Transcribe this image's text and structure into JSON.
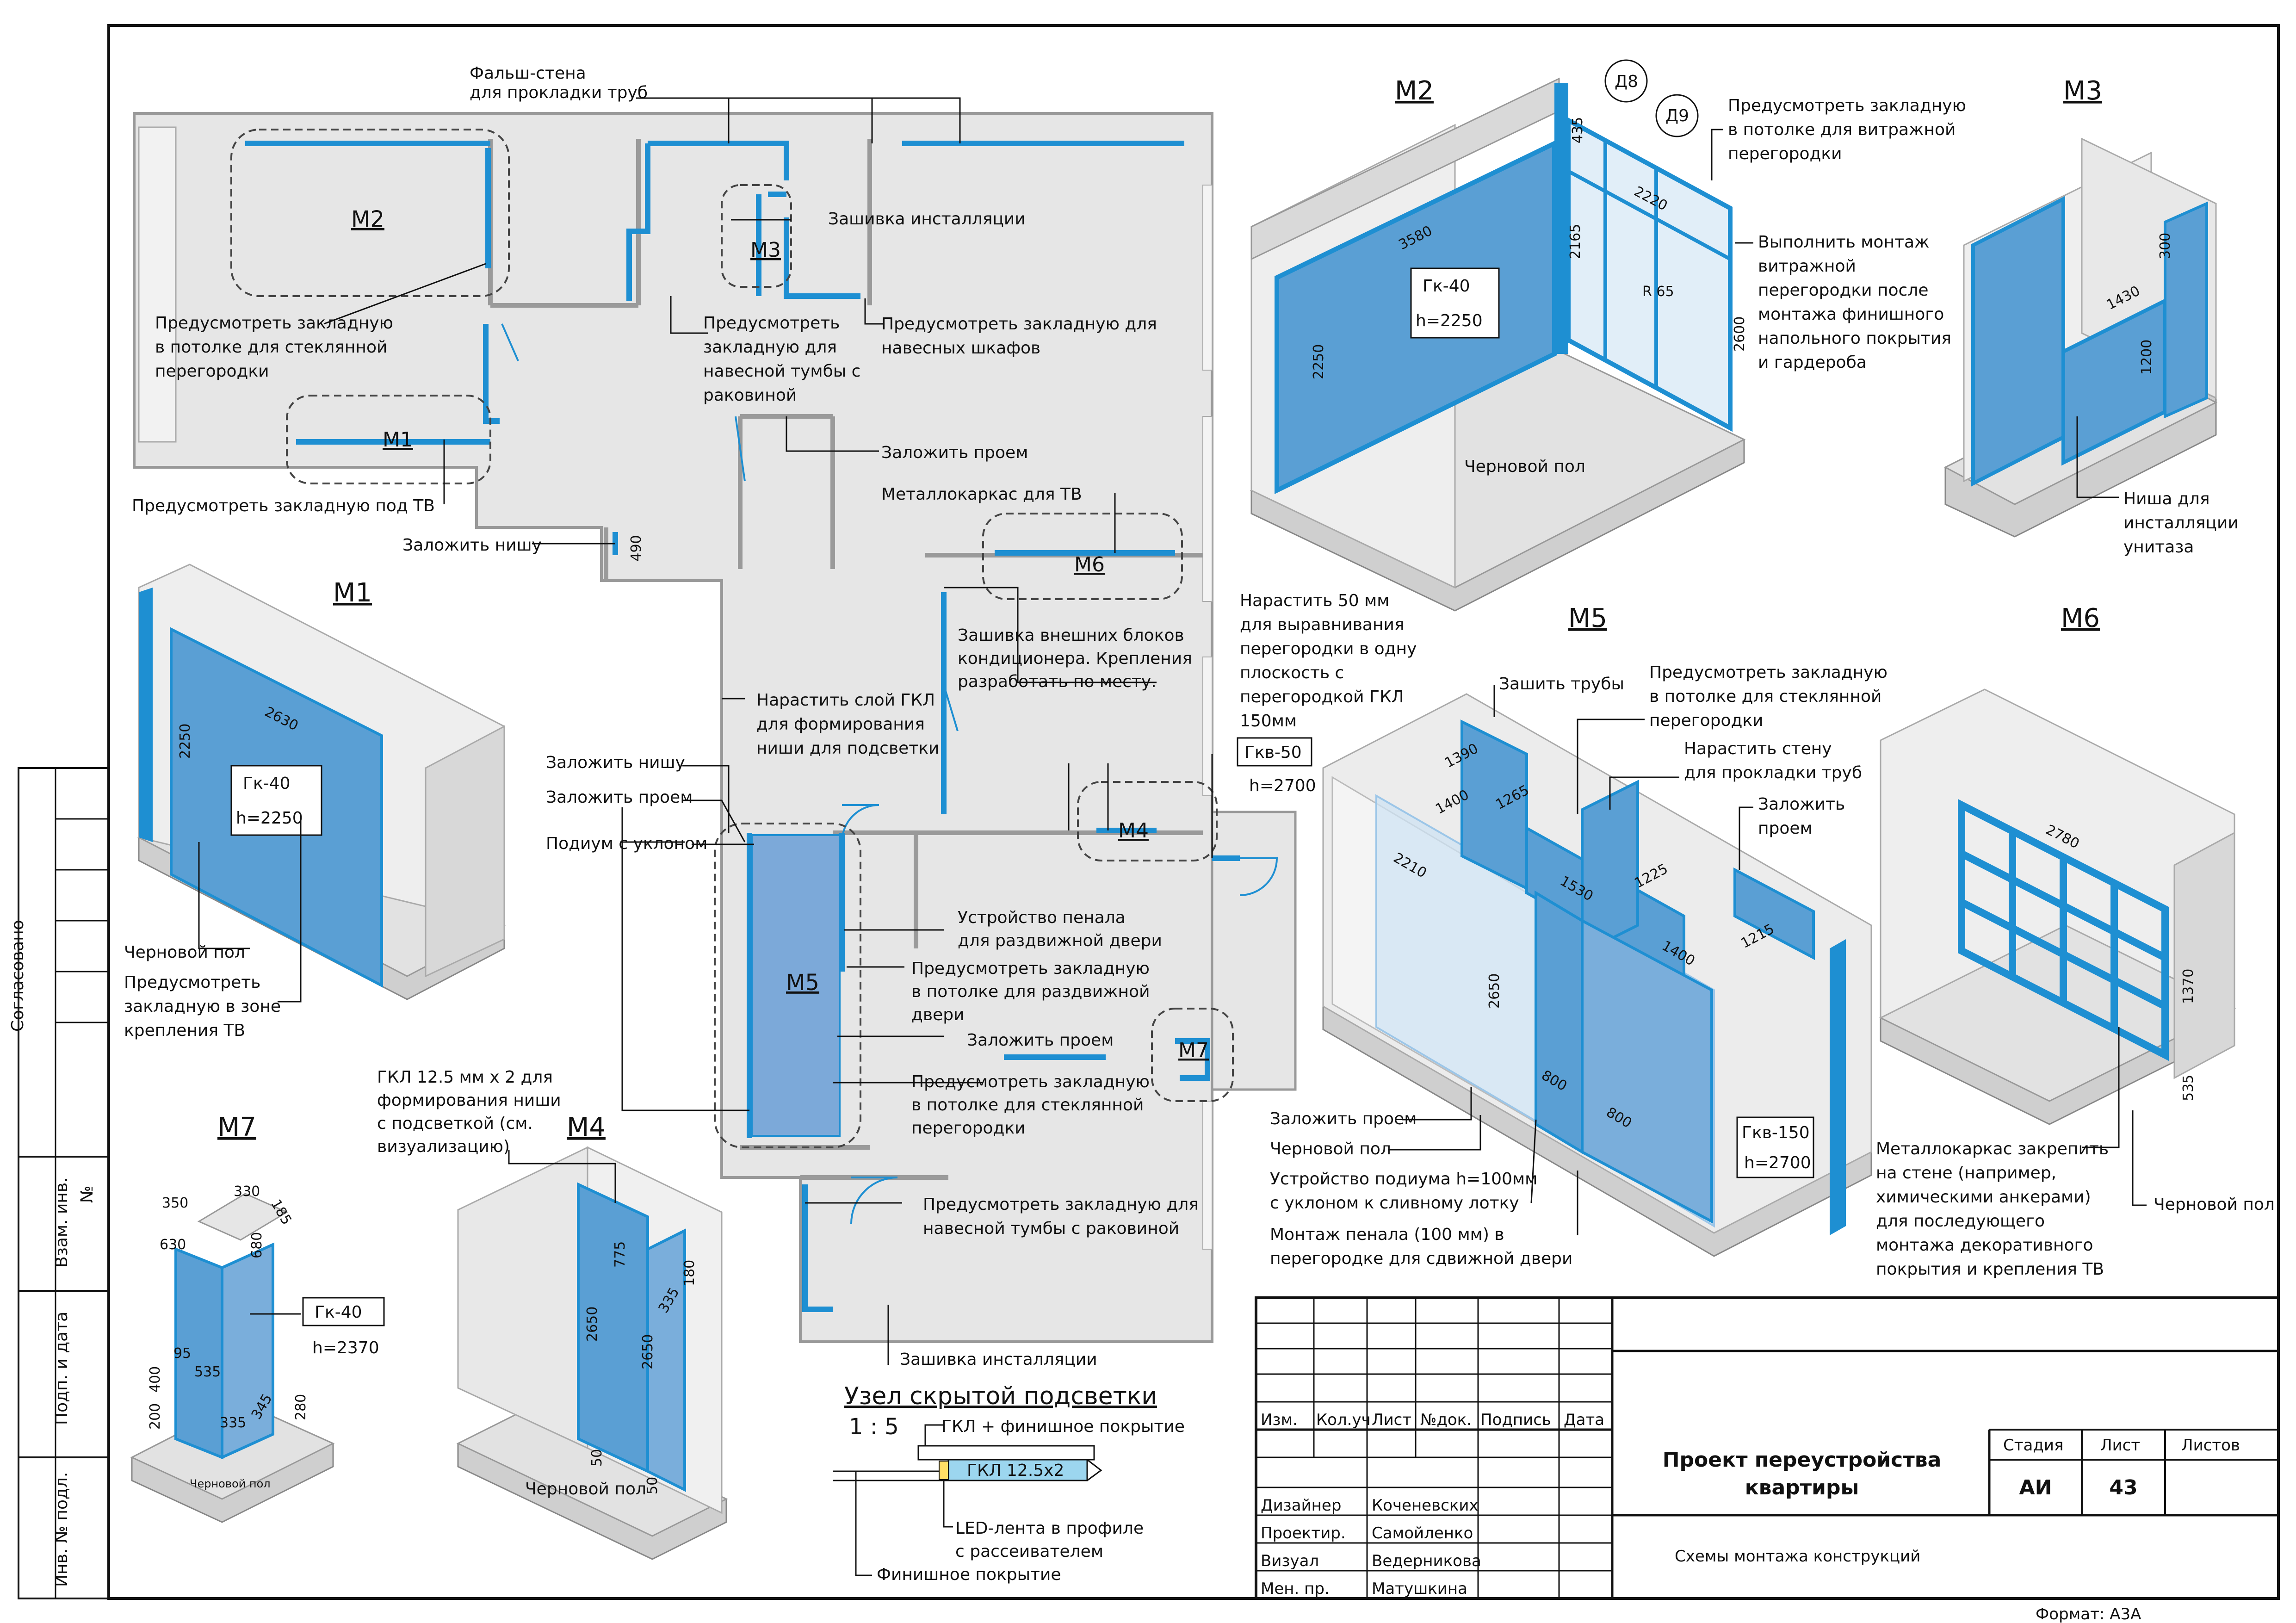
{
  "views": {
    "m2": "M2",
    "m3": "M3",
    "m1": "M1",
    "m5": "M5",
    "m6": "M6",
    "m7": "M7",
    "m4": "M4"
  },
  "plan": {
    "m2": "M2",
    "m3": "M3",
    "m1": "M1",
    "m6": "M6",
    "m4": "M4",
    "m5": "M5",
    "m7": "M7",
    "dim490": "490"
  },
  "notes": {
    "falsh1": "Фальш-стена",
    "falsh2": "для прокладки труб",
    "zash_inst": "Зашивка инсталляции",
    "zakl_steklo1": "Предусмотреть закладную",
    "zakl_steklo2": "в потолке для стеклянной",
    "zakl_steklo3": "перегородки",
    "zakl_tumba1": "Предусмотреть",
    "zakl_tumba2": "закладную для",
    "zakl_tumba3": "навесной тумбы с",
    "zakl_tumba4": "раковиной",
    "zakl_shkaf1": "Предусмотреть закладную для",
    "zakl_shkaf2": "навесных шкафов",
    "zakl_tv": "Предусмотреть закладную под ТВ",
    "zalozh_proem": "Заложить проем",
    "metallokarkas_tv": "Металлокаркас для ТВ",
    "zalozh_nishu": "Заложить нишу",
    "zash_kond1": "Зашивка внешних блоков",
    "zash_kond2": "кондиционера. Крепления",
    "zash_kond3": "разработать по месту.",
    "narastit_gkl1": "Нарастить слой ГКЛ",
    "narastit_gkl2": "для формирования",
    "narastit_gkl3": "ниши для подсветки",
    "zalozh_nishu2": "Заложить нишу",
    "zalozh_proem2": "Заложить проем",
    "podium": "Подиум с уклоном",
    "penal1": "Устройство пенала",
    "penal2": "для раздвижной двери",
    "zakl_razd1": "Предусмотреть закладную",
    "zakl_razd2": "в потолке для раздвижной",
    "zakl_razd3": "двери",
    "zalozh_proem3": "Заложить проем",
    "zakl_steklo_b1": "Предусмотреть закладную",
    "zakl_steklo_b2": "в потолке для стеклянной",
    "zakl_steklo_b3": "перегородки",
    "zakl_tumba_b1": "Предусмотреть закладную для",
    "zakl_tumba_b2": "навесной тумбы с раковиной",
    "zash_inst2": "Зашивка инсталляции",
    "gkl_nisha1": "ГКЛ 12.5 мм х 2 для",
    "gkl_nisha2": "формирования ниши",
    "gkl_nisha3": "с подсветкой (см.",
    "gkl_nisha4": "визуализацию)",
    "narastit50_1": "Нарастить 50 мм",
    "narastit50_2": "для выравнивания",
    "narastit50_3": "перегородки в одну",
    "narastit50_4": "плоскость с",
    "narastit50_5": "перегородкой ГКЛ",
    "narastit50_6": "150мм",
    "gkv50": "Гкв-50",
    "h2700": "h=2700",
    "m2_zakl1": "Предусмотреть закладную",
    "m2_zakl2": "в потолке для витражной",
    "m2_zakl3": "перегородки",
    "m2_vitr1": "Выполнить монтаж",
    "m2_vitr2": "витражной",
    "m2_vitr3": "перегородки после",
    "m2_vitr4": "монтажа финишного",
    "m2_vitr5": "напольного покрытия",
    "m2_vitr6": "и гардероба",
    "chern_pol": "Черновой пол",
    "m3_nisha1": "Ниша для",
    "m3_nisha2": "инсталляции",
    "m3_nisha3": "унитаза",
    "m5_zashit": "Зашить трубы",
    "m5_zakl1": "Предусмотреть закладную",
    "m5_zakl2": "в потолке для стеклянной",
    "m5_zakl3": "перегородки",
    "m5_narast1": "Нарастить стену",
    "m5_narast2": "для прокладки труб",
    "m5_zalozh1": "Заложить",
    "m5_zalozh2": "проем",
    "m5_zalozh_proem": "Заложить проем",
    "m5_chern": "Черновой пол",
    "m5_podium1": "Устройство подиума h=100мм",
    "m5_podium2": "с уклоном к сливному лотку",
    "m5_penal1": "Монтаж пенала (100 мм) в",
    "m5_penal2": "перегородке  для сдвижной двери",
    "m1_chern": "Черновой пол",
    "m1_zakl1": "Предусмотреть",
    "m1_zakl2": "закладную в зоне",
    "m1_zakl3": "крепления ТВ",
    "m6_metal1": "Металлокаркас закрепить",
    "m6_metal2": "на стене (например,",
    "m6_metal3": "химическими анкерами)",
    "m6_metal4": "для последующего",
    "m6_metal5": "монтажа декоративного",
    "m6_metal6": "покрытия и крепления ТВ",
    "m6_chern": "Черновой пол",
    "m4_chern": "Черновой пол",
    "m7_chern": "Черновой пол"
  },
  "boxes": {
    "gk40": "Гк-40",
    "h2250": "h=2250",
    "gkv150": "Гкв-150",
    "h2700b": "h=2700",
    "gk40b": "Гк-40",
    "h2250b": "h=2250",
    "gk40c": "Гк-40",
    "h2370": "h=2370",
    "d8": "Д8",
    "d9": "Д9",
    "r65": "R 65"
  },
  "dims": {
    "m2": [
      "435",
      "3580",
      "2220",
      "2165",
      "2600",
      "2250"
    ],
    "m3": [
      "300",
      "1430",
      "1200"
    ],
    "m1": [
      "2630",
      "2250"
    ],
    "m5": [
      "1390",
      "1400",
      "1265",
      "2210",
      "1530",
      "1225",
      "1400",
      "1215",
      "2650",
      "800",
      "800"
    ],
    "m6": [
      "2780",
      "1370",
      "535"
    ],
    "m7": [
      "350",
      "330",
      "185",
      "630",
      "680",
      "95",
      "535",
      "200",
      "400",
      "335",
      "345",
      "280"
    ],
    "m4": [
      "775",
      "335",
      "180",
      "2650",
      "2650",
      "50",
      "50"
    ]
  },
  "node": {
    "title": "Узел скрытой подсветки",
    "scale": "1 : 5",
    "gkl_fin": "ГКЛ + финишное покрытие",
    "gkl": "ГКЛ 12.5х2",
    "led1": "LED-лента в профиле",
    "led2": "с рассеивателем",
    "fin": "Финишное покрытие"
  },
  "side": {
    "soglas": "Согласовано",
    "vzam": "Взам. инв.",
    "no": "№",
    "podp": "Подп. и дата",
    "inv": "Инв. № подл."
  },
  "titleblock": {
    "h_izm": "Изм.",
    "h_kol": "Кол.уч",
    "h_list": "Лист",
    "h_nodok": "№док.",
    "h_podp": "Подпись",
    "h_data": "Дата",
    "r1_role": "Дизайнер",
    "r1_name": "Коченевских",
    "r2_role": "Проектир.",
    "r2_name": "Самойленко",
    "r3_role": "Визуал",
    "r3_name": "Ведерникова",
    "r4_role": "Мен. пр.",
    "r4_name": "Матушкина",
    "project1": "Проект  переустройства",
    "project2": "квартиры",
    "stage_h": "Стадия",
    "sheet_h": "Лист",
    "sheets_h": "Листов",
    "stage": "АИ",
    "sheet": "43",
    "subject": "Схемы монтажа конструкций",
    "format": "Формат: А3А"
  },
  "colors": {
    "partition": "#1e8fd2",
    "panel": "#5a9fd4",
    "panel_light": "#9cc6e8",
    "wall": "#d6d6d6",
    "wall_dark": "#b9b9b9"
  }
}
